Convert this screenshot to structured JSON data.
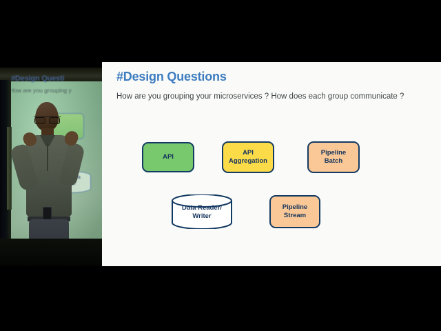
{
  "video": {
    "layout": "picture-in-picture-talk-recording",
    "background_color": "#000000"
  },
  "camera_panel": {
    "label": "speaker-on-stage",
    "projected_slide": {
      "title": "#Design Questi",
      "subtitle": "How are you grouping y",
      "cylinder_label": "Data Rea\nWrite"
    }
  },
  "slide": {
    "title": "#Design Questions",
    "subtitle": "How are you grouping your microservices ? How does each group communicate ?",
    "background_color": "#fafbf8",
    "title_color": "#3d7cc0",
    "text_color": "#3f4448",
    "border_color": "#133a63"
  },
  "diagram": {
    "nodes": [
      {
        "id": "api",
        "label": "API",
        "shape": "rounded-rect",
        "color": "#78c86e"
      },
      {
        "id": "api-aggregation",
        "label": "API\nAggregation",
        "shape": "rounded-rect",
        "color": "#fcdb49"
      },
      {
        "id": "pipeline-batch",
        "label": "Pipeline\nBatch",
        "shape": "rounded-rect",
        "color": "#f9c896"
      },
      {
        "id": "data-reader-writer",
        "label": "Data Reader/\nWriter",
        "shape": "cylinder",
        "color": "#ffffff"
      },
      {
        "id": "pipeline-stream",
        "label": "Pipeline\nStream",
        "shape": "rounded-rect",
        "color": "#f9c896"
      }
    ],
    "labels": {
      "api": "API",
      "api_aggregation_line1": "API",
      "api_aggregation_line2": "Aggregation",
      "pipeline_batch_line1": "Pipeline",
      "pipeline_batch_line2": "Batch",
      "data_reader_writer_line1": "Data Reader/",
      "data_reader_writer_line2": "Writer",
      "pipeline_stream_line1": "Pipeline",
      "pipeline_stream_line2": "Stream"
    }
  }
}
